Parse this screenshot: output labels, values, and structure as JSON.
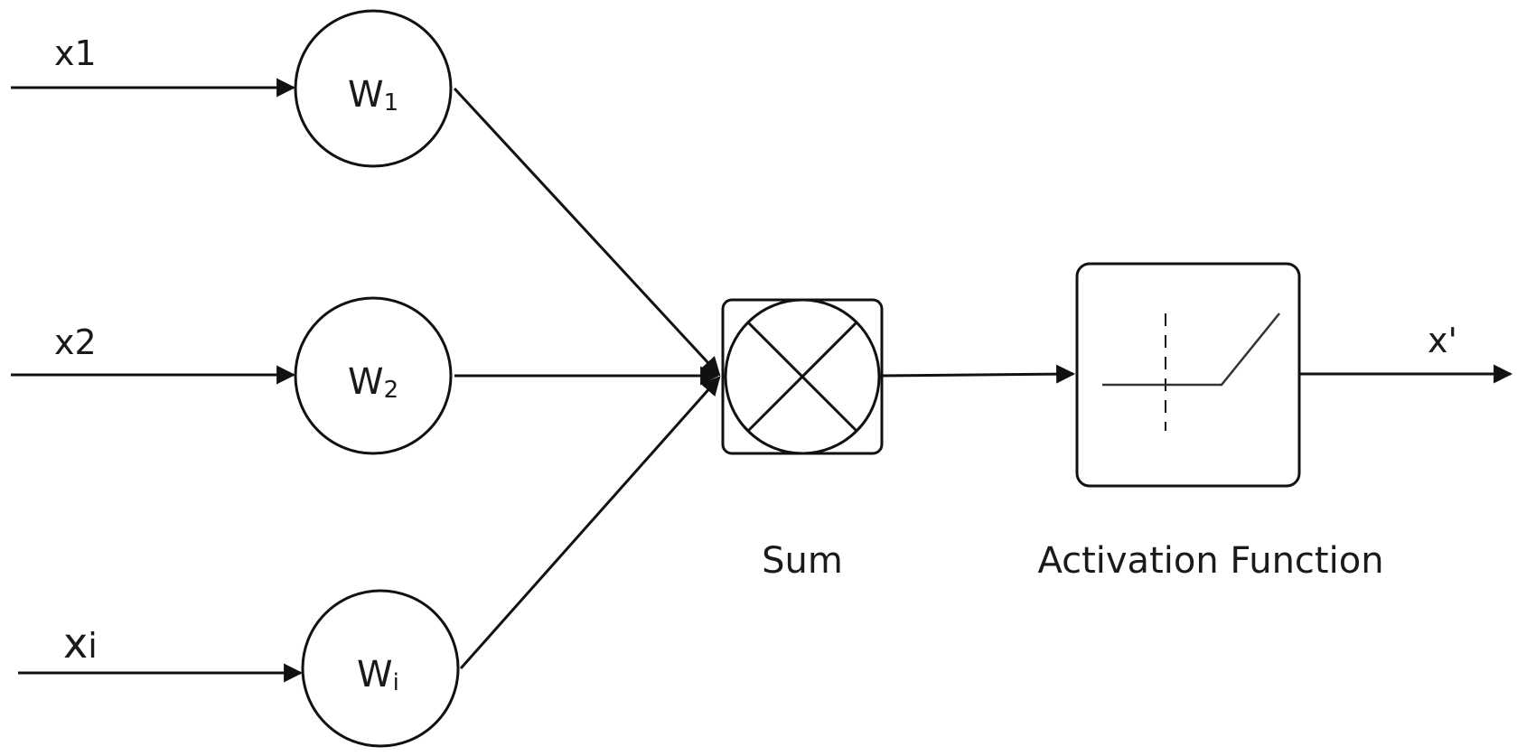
{
  "inputs": [
    {
      "label": "x1"
    },
    {
      "label": "x2"
    },
    {
      "label": "x",
      "sub": "i"
    }
  ],
  "weights": [
    {
      "label": "W",
      "sub": "1"
    },
    {
      "label": "W",
      "sub": "2"
    },
    {
      "label": "W",
      "sub": "i"
    }
  ],
  "sum": {
    "caption": "Sum"
  },
  "activation": {
    "caption": "Activation Function"
  },
  "output": {
    "label": "x'"
  },
  "colors": {
    "stroke": "#111111",
    "background": "#ffffff"
  }
}
